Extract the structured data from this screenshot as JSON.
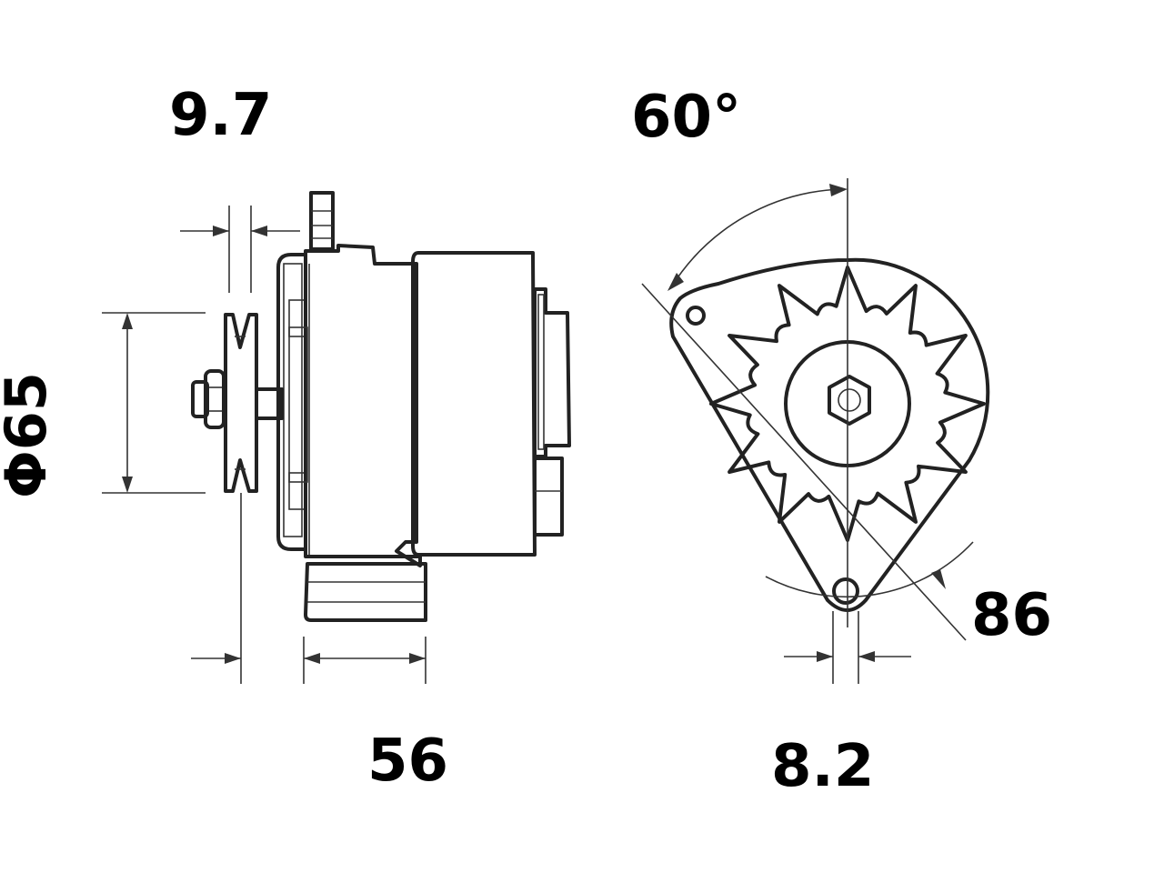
{
  "dimensions": {
    "pulley_width": "9.7",
    "pulley_diameter": "Φ65",
    "mount_offset": "56",
    "lug_angle": "60°",
    "radius": "86",
    "hole_diameter": "8.2"
  },
  "colors": {
    "line": "#222222",
    "dimension_line": "#333333",
    "background": "#ffffff"
  }
}
